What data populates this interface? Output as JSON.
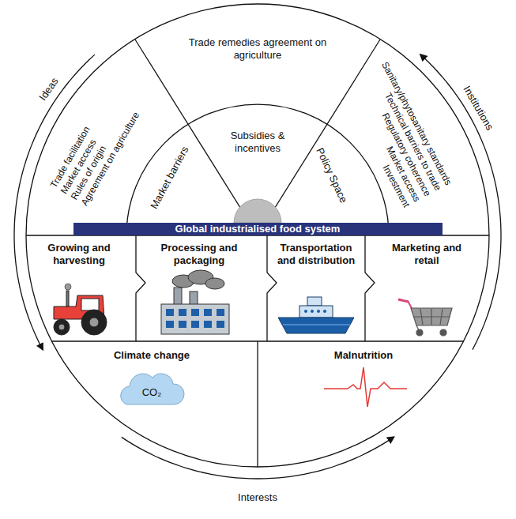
{
  "diagram": {
    "nodes": [
      {
        "text": [
          "Trade facilitation",
          "Market access",
          "Rules of origin",
          "Agreement on agriculture"
        ]
      },
      {
        "text": [
          "Trade remedies agreement on agriculture"
        ]
      },
      {
        "text": [
          "Sanitary/phytosanitary standards",
          "Technical barriers to trade",
          "Regulatory coherence",
          "Market access",
          "Investment"
        ]
      },
      {
        "text": [
          "Market barriers"
        ]
      },
      {
        "text": [
          "Subsidies & incentives"
        ]
      },
      {
        "text": [
          "Policy Space"
        ]
      },
      {
        "text": [
          "Global industrialised food system"
        ]
      },
      {
        "text": [
          "Growing and harvesting"
        ]
      },
      {
        "text": [
          "Processing and packaging"
        ]
      },
      {
        "text": [
          "Transportation and distribution"
        ]
      },
      {
        "text": [
          "Marketing and retail"
        ]
      },
      {
        "text": [
          "Climate change"
        ]
      },
      {
        "text": [
          "Malnutrition"
        ]
      }
    ],
    "labels": [
      "Ideas",
      "Institutions",
      "Interests",
      "CO₂"
    ]
  }
}
